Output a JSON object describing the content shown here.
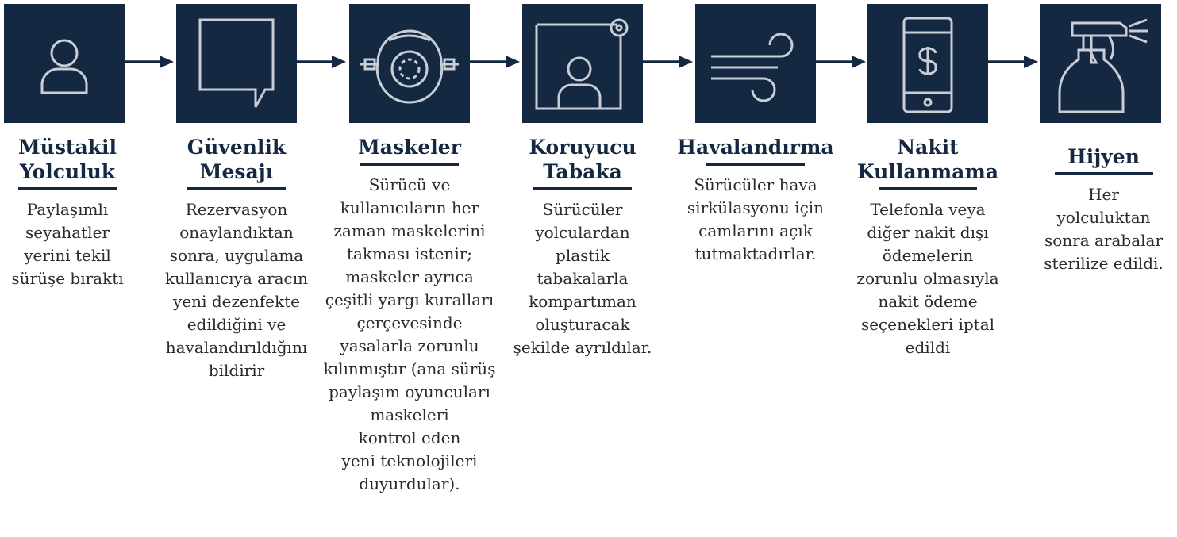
{
  "steps": [
    {
      "icon": "person-icon",
      "title_lines": [
        "Müstakil",
        "Yolculuk"
      ],
      "desc_lines": [
        "Paylaşımlı",
        "seyahatler",
        "yerini tekil",
        "sürüşe bıraktı"
      ]
    },
    {
      "icon": "speech-bubble-icon",
      "title_lines": [
        "Güvenlik",
        "Mesajı"
      ],
      "desc_lines": [
        "Rezervasyon",
        "onaylandıktan",
        "sonra, uygulama",
        "kullanıcıya aracın",
        "yeni dezenfekte",
        "edildiğini ve",
        "havalandırıldığını",
        "bildirir"
      ]
    },
    {
      "icon": "face-mask-icon",
      "title_lines": [
        "Maskeler"
      ],
      "desc_lines": [
        "Sürücü ve",
        "kullanıcıların her",
        "zaman maskelerini",
        "takması istenir;",
        "maskeler ayrıca",
        "çeşitli yargı kuralları",
        "çerçevesinde",
        "yasalarla zorunlu",
        "kılınmıştır (ana sürüş",
        "paylaşım oyuncuları",
        "maskeleri",
        "kontrol eden",
        "yeni teknolojileri",
        "duyurdular)."
      ]
    },
    {
      "icon": "protective-screen-icon",
      "title_lines": [
        "Koruyucu",
        "Tabaka"
      ],
      "desc_lines": [
        "Sürücüler",
        "yolculardan",
        "plastik",
        "tabakalarla",
        "kompartıman",
        "oluşturacak",
        "şekilde ayrıldılar."
      ]
    },
    {
      "icon": "wind-icon",
      "title_lines": [
        "Havalandırma"
      ],
      "desc_lines": [
        "Sürücüler hava",
        "sirkülasyonu için",
        "camlarını açık",
        "tutmaktadırlar."
      ]
    },
    {
      "icon": "phone-payment-icon",
      "title_lines": [
        "Nakit",
        "Kullanmama"
      ],
      "desc_lines": [
        "Telefonla veya",
        "diğer nakit dışı",
        "ödemelerin",
        "zorunlu olmasıyla",
        "nakit ödeme",
        "seçenekleri iptal",
        "edildi"
      ]
    },
    {
      "icon": "spray-bottle-icon",
      "title_lines": [
        "Hijyen"
      ],
      "desc_lines": [
        "Her",
        "yolculuktan",
        "sonra arabalar",
        "sterilize edildi."
      ]
    }
  ],
  "colors": {
    "tile": "#152842",
    "icon_stroke": "#c9ced6",
    "heading": "#152842",
    "arrow": "#152842",
    "text": "#2b2b2b"
  }
}
